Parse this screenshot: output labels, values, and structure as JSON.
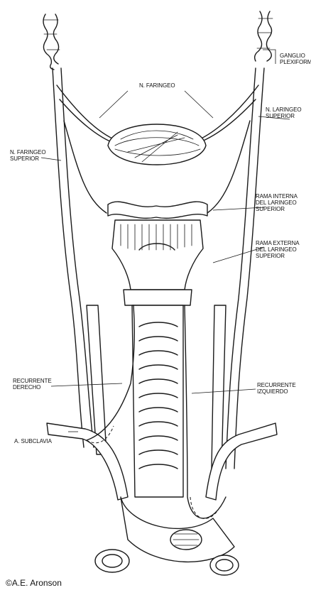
{
  "labels": {
    "ganglio_plexiforme": [
      "Ganglio",
      "plexiforme"
    ],
    "n_faringeo": "N. FARINGEO",
    "n_laringeo_superior": [
      "N. LARINGEO",
      "SUPERIOR"
    ],
    "n_faringeo_superior": [
      "N. FARINGEO",
      "SUPERIOR"
    ],
    "rama_interna": [
      "RAMA INTERNA",
      "DEL LARINGEO",
      "SUPERIOR"
    ],
    "rama_externa": [
      "RAMA EXTERNA",
      "DEL LARINGEO",
      "SUPERIOR"
    ],
    "recurrente_derecho": [
      "RECURRENTE",
      "DERECHO"
    ],
    "recurrente_izquierdo": [
      "RECURRENTE",
      "IZQUIERDO"
    ],
    "a_subclavia": "A. SUBCLAVIA"
  },
  "credit": "©A.E. Aronson"
}
